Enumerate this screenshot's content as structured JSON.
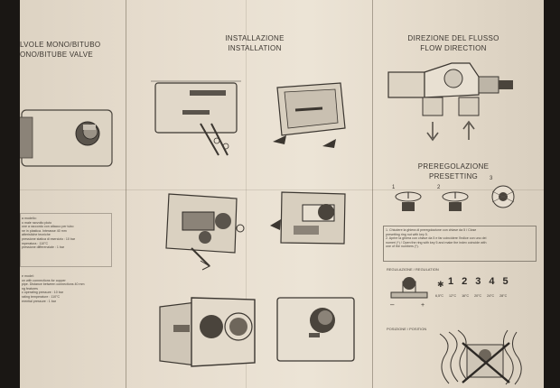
{
  "panel1": {
    "title_line1": "LVOLE MONO/BITUBO",
    "title_line2": "ONO/BITUBE VALVE",
    "spec_it": [
      "a modello:",
      "o male ravvolto pluto",
      "one a raccordo con attacco per tubo",
      "ne in plastica. Interasse 40 mm",
      "atteristiche tecniche",
      "pressione statica di esercizio : 10 bar",
      "mperatura : 110°C",
      "pressione differenziale : 1 bar"
    ],
    "spec_en": [
      "e model:",
      "on with connections for copper",
      "pipe. Distance between connections 40 mm",
      "ng features",
      "c operating pressure : 10 bar",
      "rating temperature : 110°C",
      "erential pressure : 1 bar"
    ]
  },
  "panel2": {
    "title_line1": "INSTALLAZIONE",
    "title_line2": "INSTALLATION"
  },
  "panel3": {
    "title_line1": "DIREZIONE DEL FLUSSO",
    "title_line2": "FLOW DIRECTION",
    "preset_title1": "PREREGOLAZIONE",
    "preset_title2": "PRESETTING",
    "step1": "1",
    "step2": "2",
    "step3": "3",
    "preset_notes": [
      "1. Chiudere la ghiera di preregolazione con chiave da 5 / Close",
      "presetting ring nut with key 5.",
      "2. Aprire la ghiera con chiave da 5 e far coincidere l'indice con uno dei",
      "numeri (*) / Open the ring with key 5 and make the index coincide with",
      "one of the numbers (*)."
    ],
    "regulation_label": "REGULAZIONE / REGULATION",
    "scale_numbers": [
      "1",
      "2",
      "3",
      "4",
      "5"
    ],
    "scale_temps": [
      "6,5°C",
      "12°C",
      "16°C",
      "20°C",
      "24°C",
      "28°C"
    ],
    "position_label": "POSIZIONE / POSITION"
  },
  "colors": {
    "paper": "#e6dccd",
    "ink": "#3b3630",
    "background": "#1a1714"
  }
}
